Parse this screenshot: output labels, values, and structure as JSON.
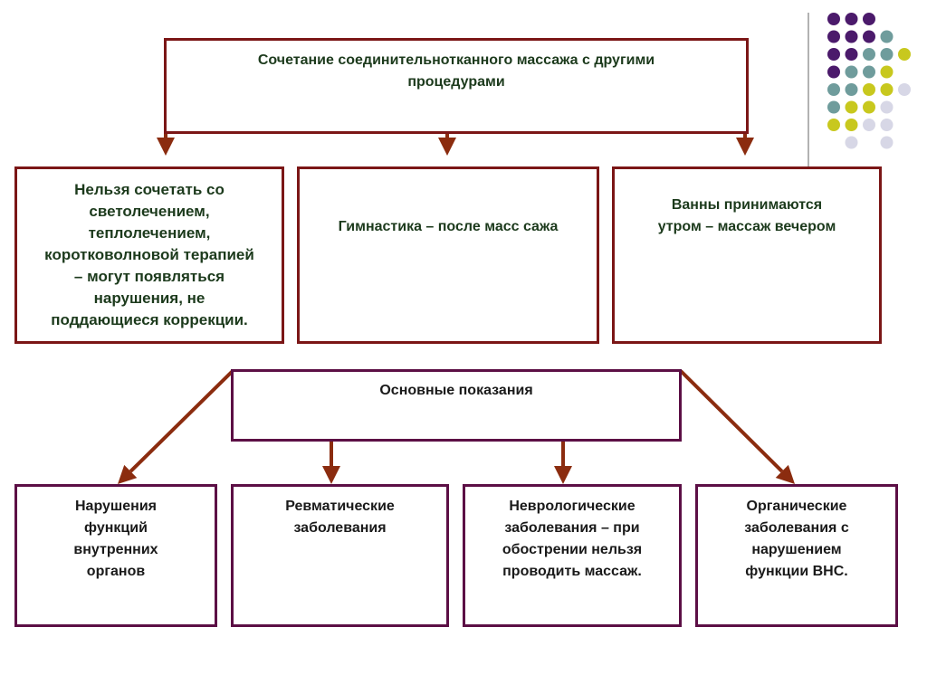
{
  "top_box": {
    "text": "Сочетание соединительнотканного массажа с другими\nпроцедурами"
  },
  "row1": [
    {
      "text": "Нельзя сочетать со\nсветолечением,\nтеплолечением,\nкоротковолновой терапией\n– могут появляться\nнарушения, не\nподдающиеся коррекции."
    },
    {
      "text": "Гимнастика – после масс сажа"
    },
    {
      "text": "Ванны принимаются\nутром – массаж вечером"
    }
  ],
  "middle_box": {
    "text": "Основные показания"
  },
  "row2": [
    {
      "text": "Нарушения\nфункций\nвнутренних\nорганов"
    },
    {
      "text": "Ревматические\nзаболевания"
    },
    {
      "text": "Неврологические\nзаболевания – при\nобострении нельзя\nпроводить массаж."
    },
    {
      "text": "Органические\nзаболевания с\nнарушением\nфункции ВНС."
    }
  ],
  "colors": {
    "red_border": "#7b1616",
    "purple_border": "#5c0f45",
    "arrow": "#8b2c0f",
    "dot_purple": "#4b1a6b",
    "dot_teal": "#6f9c9c",
    "dot_yellow": "#c8c81e",
    "dot_light": "#d7d7e6"
  }
}
